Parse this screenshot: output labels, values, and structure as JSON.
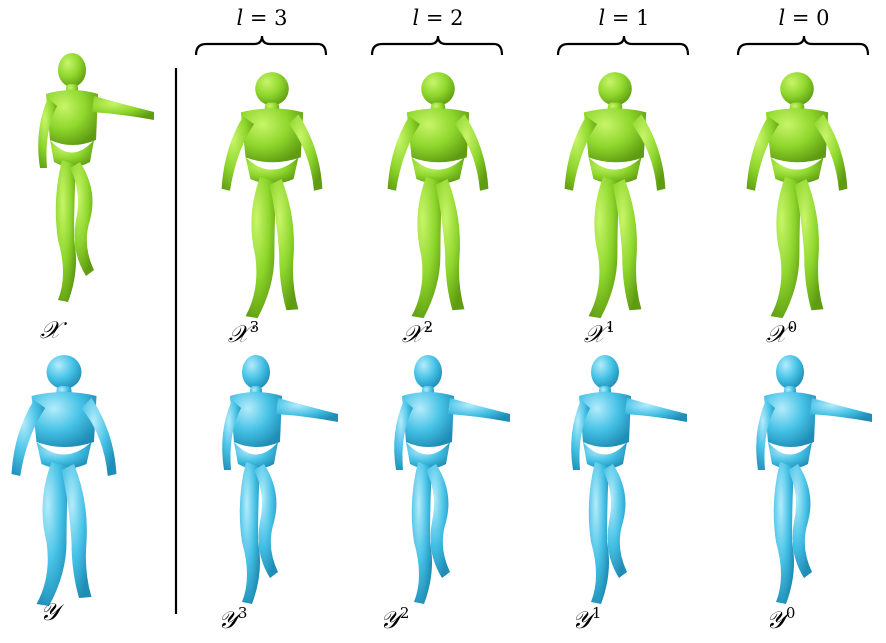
{
  "levels": [
    {
      "var": "l",
      "eq": " = ",
      "num": "3"
    },
    {
      "var": "l",
      "eq": " = ",
      "num": "2"
    },
    {
      "var": "l",
      "eq": " = ",
      "num": "1"
    },
    {
      "var": "l",
      "eq": " = ",
      "num": "0"
    }
  ],
  "source_row": {
    "label": "𝒳",
    "label_sups": [
      "3",
      "2",
      "1",
      "0"
    ],
    "color": "#8ed62c"
  },
  "target_row": {
    "label": "𝒴",
    "label_sups": [
      "3",
      "2",
      "1",
      "0"
    ],
    "color": "#45c1e6"
  }
}
